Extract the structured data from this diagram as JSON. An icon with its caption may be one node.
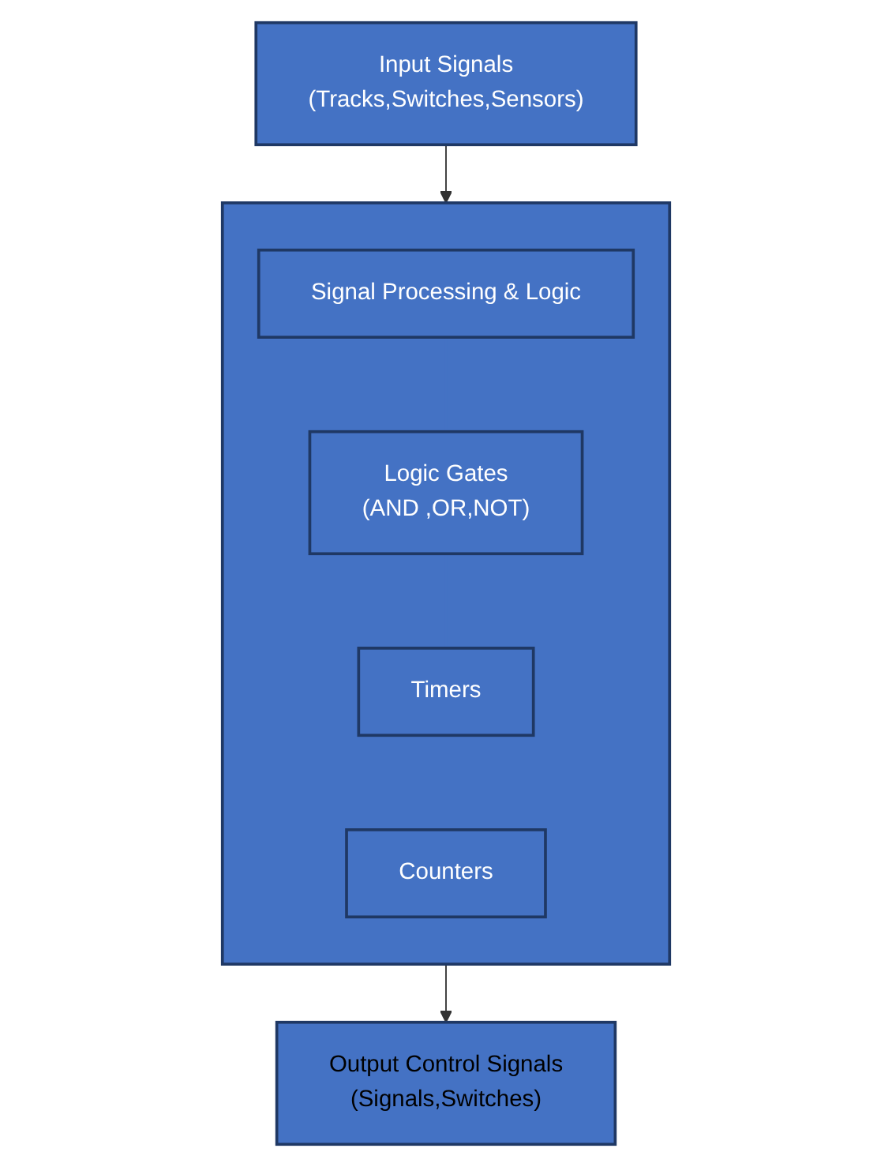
{
  "diagram": {
    "nodes": [
      {
        "text": [
          "Input Signals",
          "(Tracks,Switches,Sensors)"
        ]
      },
      {
        "text": [],
        "shape": "box"
      },
      {
        "text": [
          "Signal Processing & Logic"
        ],
        "in": 1
      },
      {
        "text": [
          "Logic Gates",
          "(AND ,OR,NOT)"
        ],
        "in": 1
      },
      {
        "text": [
          "Timers"
        ],
        "in": 1
      },
      {
        "text": [
          "Counters"
        ],
        "in": 1
      },
      {
        "text": [
          "Output Control Signals",
          "(Signals,Switches)"
        ]
      }
    ],
    "edges": [
      {
        "from": 0,
        "to": 1,
        "arrow": "to"
      },
      {
        "from": 1,
        "to": 6,
        "arrow": "to"
      }
    ]
  }
}
